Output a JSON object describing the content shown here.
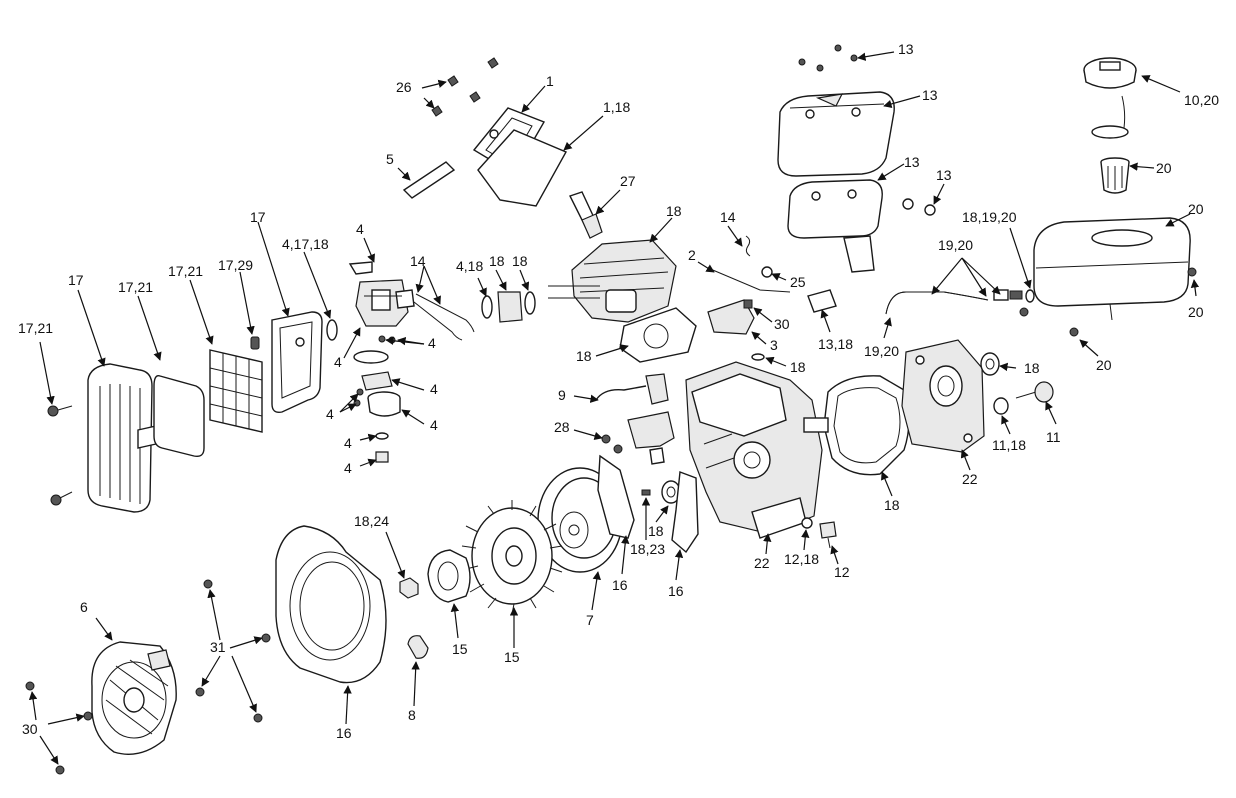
{
  "callouts": [
    {
      "id": "c1",
      "text": "1"
    },
    {
      "id": "c2",
      "text": "1,18"
    },
    {
      "id": "c3",
      "text": "26"
    },
    {
      "id": "c4",
      "text": "5"
    },
    {
      "id": "c5",
      "text": "27"
    },
    {
      "id": "c6",
      "text": "18"
    },
    {
      "id": "c7",
      "text": "14"
    },
    {
      "id": "c8",
      "text": "2"
    },
    {
      "id": "c9",
      "text": "25"
    },
    {
      "id": "c10",
      "text": "30"
    },
    {
      "id": "c11",
      "text": "3"
    },
    {
      "id": "c12",
      "text": "18"
    },
    {
      "id": "c13",
      "text": "13,18"
    },
    {
      "id": "c14",
      "text": "13"
    },
    {
      "id": "c15",
      "text": "13"
    },
    {
      "id": "c16",
      "text": "13"
    },
    {
      "id": "c17",
      "text": "13"
    },
    {
      "id": "c18",
      "text": "10,20"
    },
    {
      "id": "c19",
      "text": "20"
    },
    {
      "id": "c20",
      "text": "20"
    },
    {
      "id": "c21",
      "text": "18,19,20"
    },
    {
      "id": "c22",
      "text": "19,20"
    },
    {
      "id": "c23",
      "text": "20"
    },
    {
      "id": "c24",
      "text": "19,20"
    },
    {
      "id": "c25",
      "text": "20"
    },
    {
      "id": "c26",
      "text": "18"
    },
    {
      "id": "c27",
      "text": "11,18"
    },
    {
      "id": "c28",
      "text": "11"
    },
    {
      "id": "c29",
      "text": "22"
    },
    {
      "id": "c30",
      "text": "18"
    },
    {
      "id": "c31",
      "text": "22"
    },
    {
      "id": "c32",
      "text": "12,18"
    },
    {
      "id": "c33",
      "text": "12"
    },
    {
      "id": "c34",
      "text": "9"
    },
    {
      "id": "c35",
      "text": "28"
    },
    {
      "id": "c36",
      "text": "18"
    },
    {
      "id": "c37",
      "text": "18,23"
    },
    {
      "id": "c38",
      "text": "16"
    },
    {
      "id": "c39",
      "text": "16"
    },
    {
      "id": "c40",
      "text": "7"
    },
    {
      "id": "c41",
      "text": "15"
    },
    {
      "id": "c42",
      "text": "15"
    },
    {
      "id": "c43",
      "text": "18,24"
    },
    {
      "id": "c44",
      "text": "8"
    },
    {
      "id": "c45",
      "text": "16"
    },
    {
      "id": "c46",
      "text": "31"
    },
    {
      "id": "c47",
      "text": "6"
    },
    {
      "id": "c48",
      "text": "30"
    },
    {
      "id": "c49",
      "text": "17"
    },
    {
      "id": "c50",
      "text": "17,21"
    },
    {
      "id": "c51",
      "text": "17,21"
    },
    {
      "id": "c52",
      "text": "17,29"
    },
    {
      "id": "c53",
      "text": "17"
    },
    {
      "id": "c54",
      "text": "4,17,18"
    },
    {
      "id": "c55",
      "text": "17,21"
    },
    {
      "id": "c56",
      "text": "4"
    },
    {
      "id": "c57",
      "text": "14"
    },
    {
      "id": "c58",
      "text": "4,18"
    },
    {
      "id": "c59",
      "text": "18"
    },
    {
      "id": "c60",
      "text": "18"
    },
    {
      "id": "c61",
      "text": "4"
    },
    {
      "id": "c62",
      "text": "4"
    },
    {
      "id": "c63",
      "text": "4"
    },
    {
      "id": "c64",
      "text": "4"
    },
    {
      "id": "c65",
      "text": "4"
    },
    {
      "id": "c66",
      "text": "4"
    },
    {
      "id": "c67",
      "text": "4"
    },
    {
      "id": "c68",
      "text": "18"
    }
  ]
}
